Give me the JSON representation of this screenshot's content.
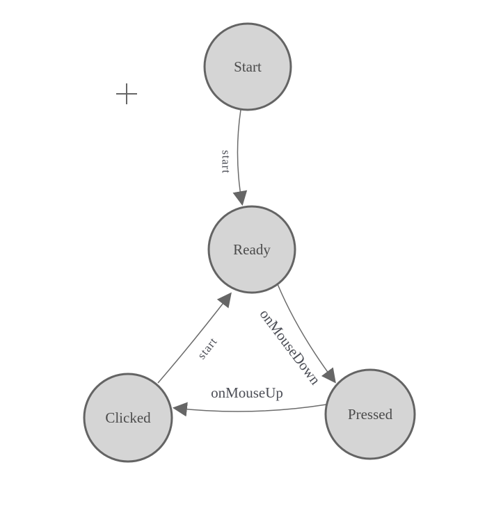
{
  "diagram": {
    "type": "finite-state-machine",
    "background_color": "#ffffff",
    "node_fill_color": "#d5d5d5",
    "node_stroke_color": "#646464",
    "edge_color": "#6b6b6b",
    "arrowhead_color": "#666666",
    "node_text_color": "#4b4b4b",
    "edge_text_color": "#4b4d55",
    "crosshair_color": "#666666",
    "nodes": [
      {
        "id": "start",
        "label": "Start"
      },
      {
        "id": "ready",
        "label": "Ready"
      },
      {
        "id": "clicked",
        "label": "Clicked"
      },
      {
        "id": "pressed",
        "label": "Pressed"
      }
    ],
    "edges": [
      {
        "from": "start",
        "to": "ready",
        "label": "start"
      },
      {
        "from": "clicked",
        "to": "ready",
        "label": "start"
      },
      {
        "from": "ready",
        "to": "pressed",
        "label": "onMouseDown"
      },
      {
        "from": "pressed",
        "to": "clicked",
        "label": "onMouseUp"
      }
    ]
  }
}
